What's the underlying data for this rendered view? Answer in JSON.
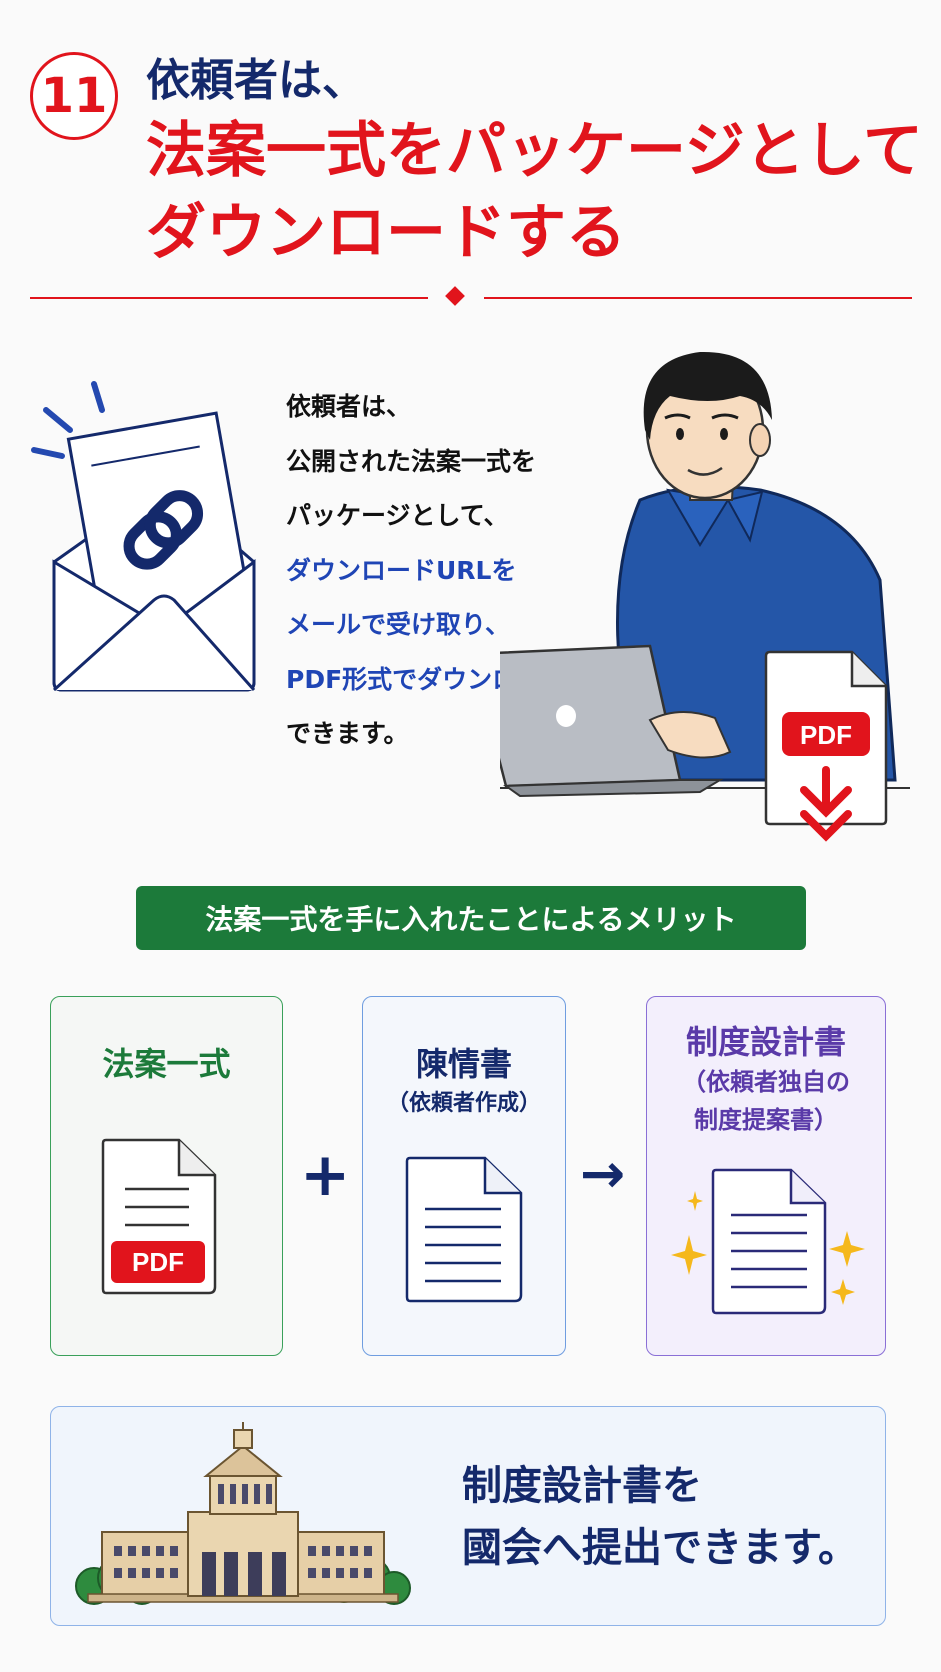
{
  "header": {
    "step_number": "11",
    "title_line1": "依頼者は、",
    "title_line2": "法案一式をパッケージとして",
    "title_line3": "ダウンロードする"
  },
  "description": {
    "lines": [
      "依頼者は、",
      "公開された法案一式を",
      "パッケージとして、",
      "ダウンロードURLを",
      "メールで受け取り、",
      "PDF形式でダウンロード",
      "できます。"
    ],
    "highlight_color": "#1f45b5"
  },
  "illustration": {
    "pdf_label": "PDF",
    "icons": [
      "envelope-icon",
      "link-icon",
      "laptop-icon",
      "pdf-download-icon",
      "person-illustration"
    ]
  },
  "benefits": {
    "banner": "法案一式を手に入れたことによるメリット",
    "cards": [
      {
        "title": "法案一式",
        "subtitle_lines": [],
        "pdf_label": "PDF"
      },
      {
        "title": "陳情書",
        "subtitle_lines": [
          "（依頼者作成）"
        ]
      },
      {
        "title": "制度設計書",
        "subtitle_lines": [
          "（依頼者独自の",
          "制度提案書）"
        ]
      }
    ],
    "plus": "+",
    "arrow": "→"
  },
  "bottom": {
    "lines": [
      "制度設計書を",
      "國会へ提出できます。"
    ]
  },
  "colors": {
    "accent_red": "#e1141c",
    "navy": "#14296b",
    "green": "#1c7a3a",
    "purple": "#5a3aa8",
    "blue": "#1f45b5"
  }
}
